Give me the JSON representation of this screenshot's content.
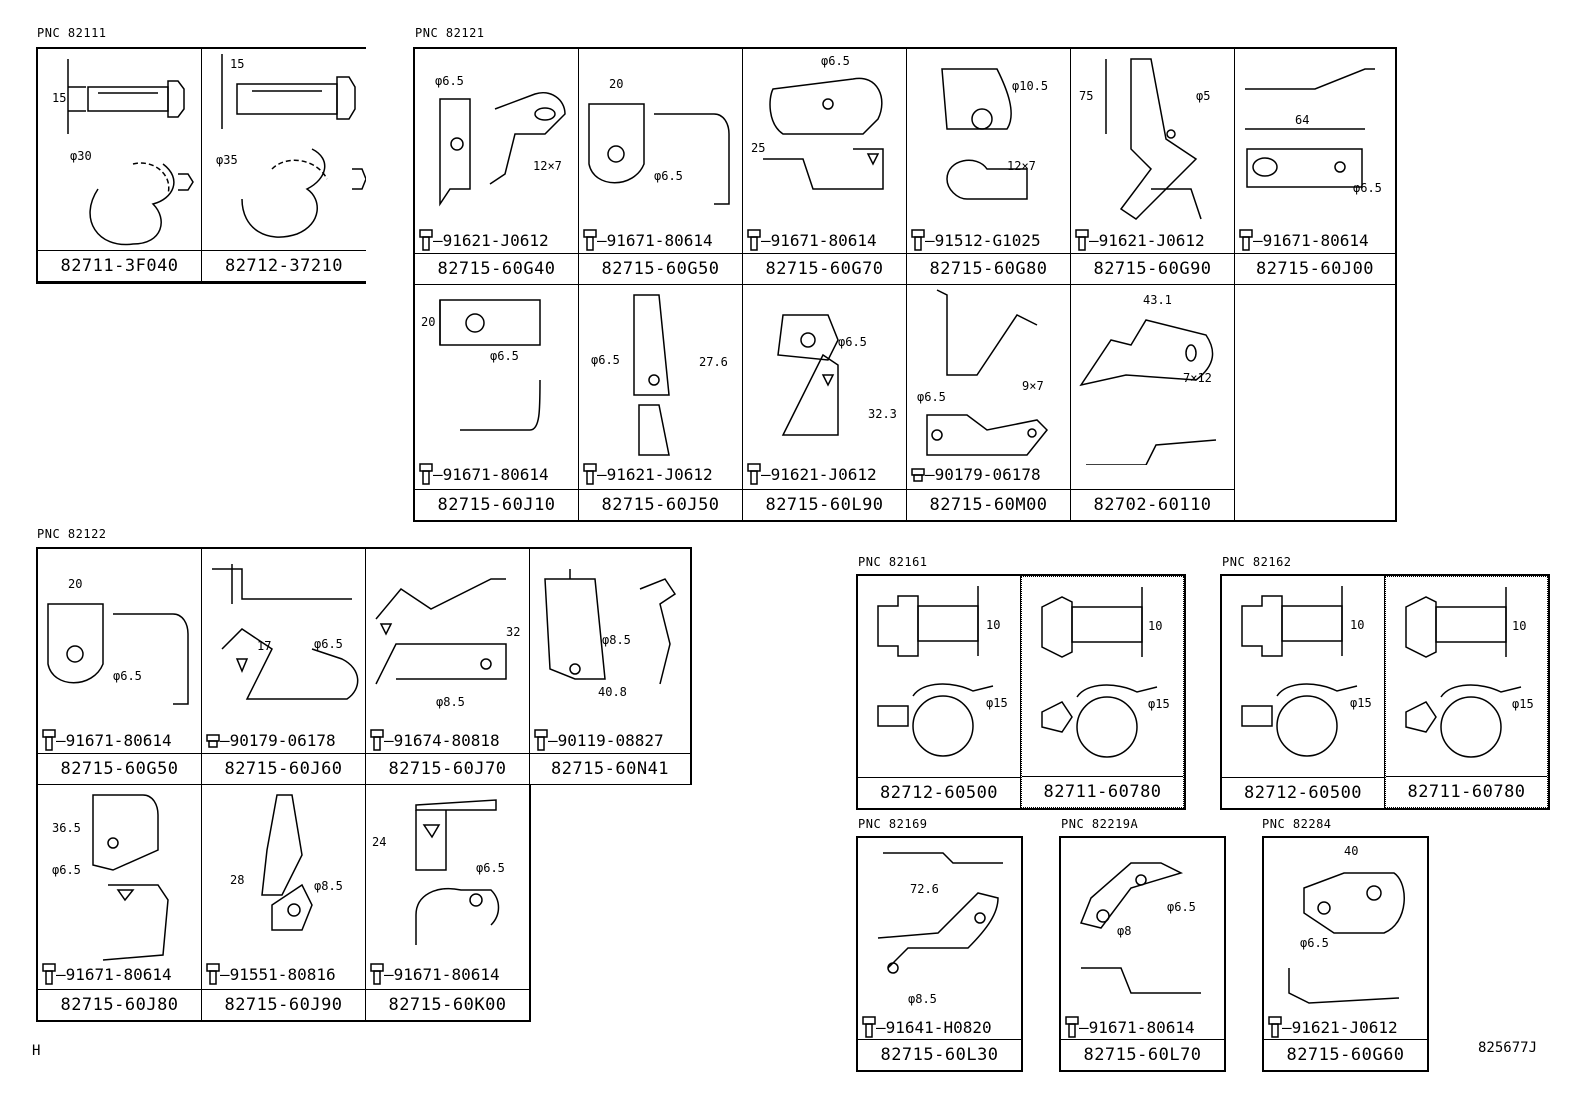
{
  "groups": [
    {
      "pnc": "PNC 82111",
      "cells": [
        {
          "bolt": "",
          "part": "82711-3F040",
          "dims": [
            "15",
            "φ30"
          ]
        },
        {
          "bolt": "",
          "part": "82712-37210",
          "dims": [
            "15",
            "φ35"
          ]
        }
      ]
    },
    {
      "pnc": "PNC 82121",
      "cells": [
        {
          "bolt": "91621-J0612",
          "part": "82715-60G40",
          "dims": [
            "φ6.5",
            "12×7"
          ]
        },
        {
          "bolt": "91671-80614",
          "part": "82715-60G50",
          "dims": [
            "20",
            "φ6.5"
          ]
        },
        {
          "bolt": "91671-80614",
          "part": "82715-60G70",
          "dims": [
            "φ6.5",
            "25"
          ]
        },
        {
          "bolt": "91512-G1025",
          "part": "82715-60G80",
          "dims": [
            "φ10.5",
            "12×7"
          ]
        },
        {
          "bolt": "91621-J0612",
          "part": "82715-60G90",
          "dims": [
            "75",
            "φ5"
          ]
        },
        {
          "bolt": "91671-80614",
          "part": "82715-60J00",
          "dims": [
            "64",
            "φ6.5"
          ]
        },
        {
          "bolt": "91671-80614",
          "part": "82715-60J10",
          "dims": [
            "20",
            "φ6.5"
          ]
        },
        {
          "bolt": "91621-J0612",
          "part": "82715-60J50",
          "dims": [
            "φ6.5",
            "27.6"
          ]
        },
        {
          "bolt": "91621-J0612",
          "part": "82715-60L90",
          "dims": [
            "φ6.5",
            "32.3"
          ]
        },
        {
          "bolt": "90179-06178",
          "part": "82715-60M00",
          "dims": [
            "φ6.5",
            "9×7"
          ]
        },
        {
          "bolt": "",
          "part": "82702-60110",
          "dims": [
            "43.1",
            "7×12"
          ]
        }
      ]
    },
    {
      "pnc": "PNC 82122",
      "cells": [
        {
          "bolt": "91671-80614",
          "part": "82715-60G50",
          "dims": [
            "20",
            "φ6.5"
          ]
        },
        {
          "bolt": "90179-06178",
          "part": "82715-60J60",
          "dims": [
            "17",
            "φ6.5"
          ]
        },
        {
          "bolt": "91674-80818",
          "part": "82715-60J70",
          "dims": [
            "32",
            "φ8.5"
          ]
        },
        {
          "bolt": "90119-08827",
          "part": "82715-60N41",
          "dims": [
            "φ8.5",
            "40.8"
          ]
        },
        {
          "bolt": "91671-80614",
          "part": "82715-60J80",
          "dims": [
            "36.5",
            "φ6.5"
          ]
        },
        {
          "bolt": "91551-80816",
          "part": "82715-60J90",
          "dims": [
            "28",
            "φ8.5"
          ]
        },
        {
          "bolt": "91671-80614",
          "part": "82715-60K00",
          "dims": [
            "24",
            "φ6.5"
          ]
        }
      ]
    },
    {
      "pnc": "PNC 82161",
      "cells": [
        {
          "bolt": "",
          "part": "82712-60500",
          "dims": [
            "10",
            "φ15"
          ]
        },
        {
          "bolt": "",
          "part": "82711-60780",
          "dims": [
            "10",
            "φ15"
          ]
        }
      ]
    },
    {
      "pnc": "PNC 82162",
      "cells": [
        {
          "bolt": "",
          "part": "82712-60500",
          "dims": [
            "10",
            "φ15"
          ]
        },
        {
          "bolt": "",
          "part": "82711-60780",
          "dims": [
            "10",
            "φ15"
          ]
        }
      ]
    },
    {
      "pnc": "PNC 82169",
      "cells": [
        {
          "bolt": "91641-H0820",
          "part": "82715-60L30",
          "dims": [
            "72.6",
            "φ8.5"
          ]
        }
      ]
    },
    {
      "pnc": "PNC 82219A",
      "cells": [
        {
          "bolt": "91671-80614",
          "part": "82715-60L70",
          "dims": [
            "φ6.5",
            "φ8"
          ]
        }
      ]
    },
    {
      "pnc": "PNC 82284",
      "cells": [
        {
          "bolt": "91621-J0612",
          "part": "82715-60G60",
          "dims": [
            "40",
            "φ6.5"
          ]
        }
      ]
    }
  ],
  "footer": {
    "left": "H",
    "right": "825677J"
  }
}
